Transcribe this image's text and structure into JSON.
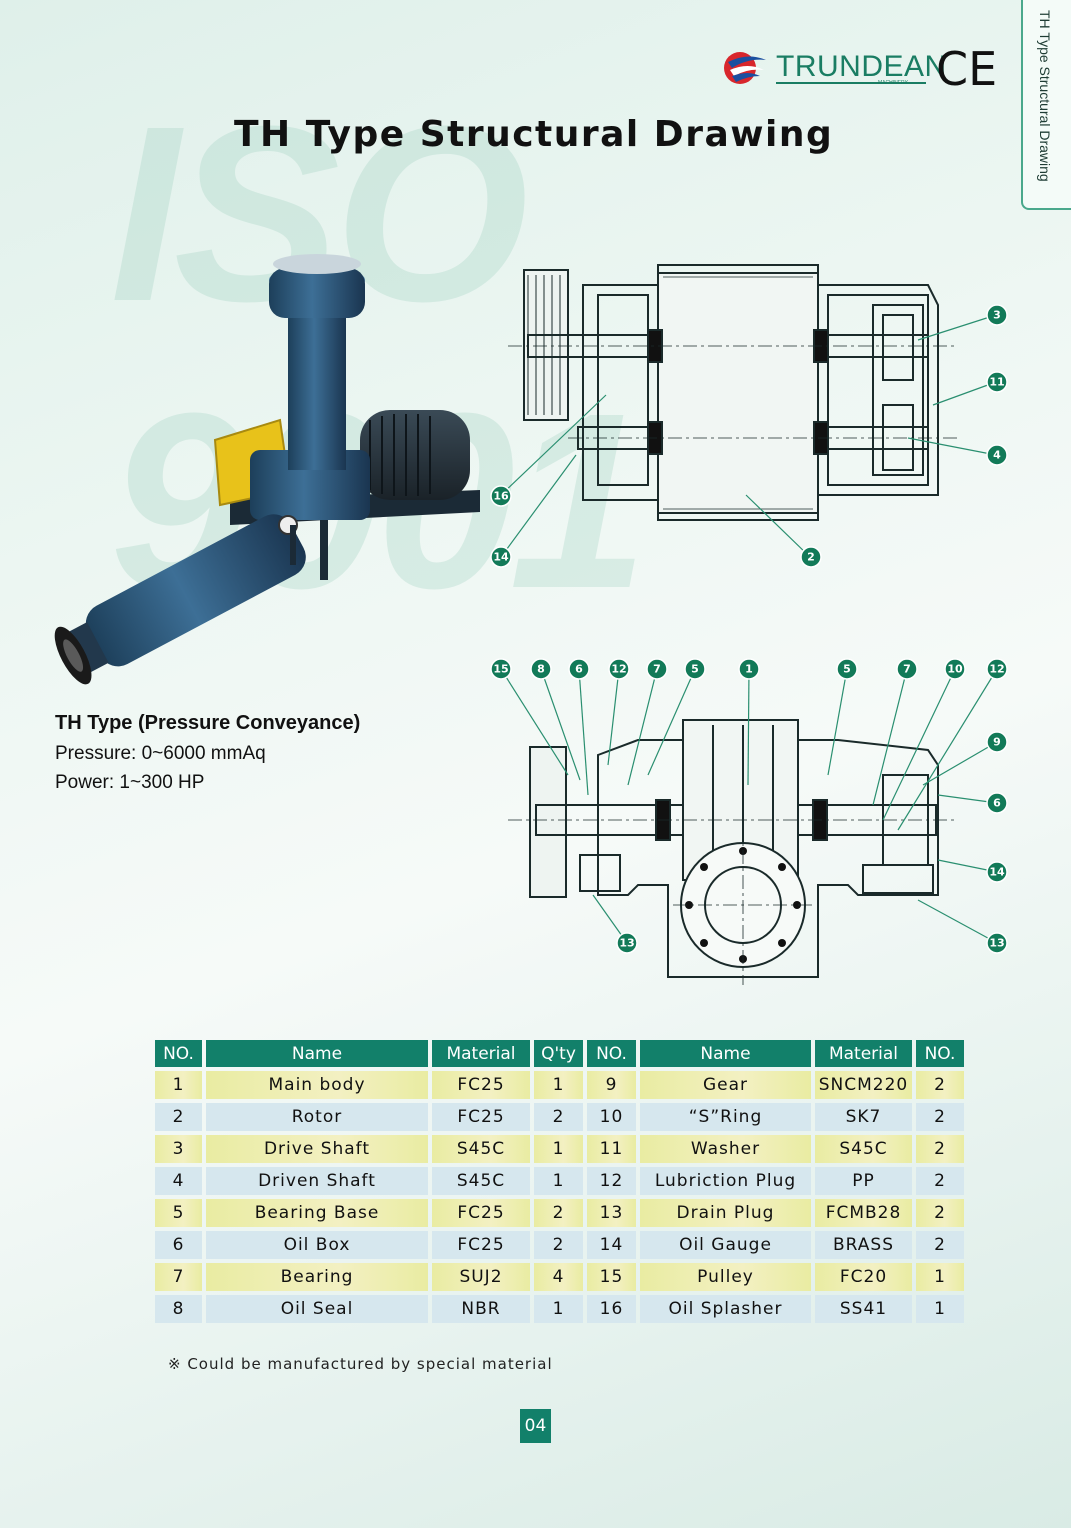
{
  "brand": {
    "name": "TRUNDEAN",
    "sub": "MACHINERY",
    "cert_mark": "CE"
  },
  "watermark": "ISO 9001",
  "side_tab": "TH Type Structural Drawing",
  "title": "TH Type Structural Drawing",
  "specs": {
    "heading": "TH Type (Pressure Conveyance)",
    "pressure": "Pressure: 0~6000 mmAq",
    "power": "Power: 1~300 HP"
  },
  "top_callouts": [
    "3",
    "11",
    "4",
    "16",
    "14",
    "2"
  ],
  "bottom_callouts": [
    "15",
    "8",
    "6",
    "12",
    "7",
    "5",
    "1",
    "5",
    "7",
    "10",
    "12",
    "9",
    "6",
    "14",
    "13",
    "13"
  ],
  "table": {
    "headers": [
      "NO.",
      "Name",
      "Material",
      "Q'ty",
      "NO.",
      "Name",
      "Material",
      "NO."
    ],
    "rows": [
      [
        "1",
        "Main body",
        "FC25",
        "1",
        "9",
        "Gear",
        "SNCM220",
        "2"
      ],
      [
        "2",
        "Rotor",
        "FC25",
        "2",
        "10",
        "“S”Ring",
        "SK7",
        "2"
      ],
      [
        "3",
        "Drive Shaft",
        "S45C",
        "1",
        "11",
        "Washer",
        "S45C",
        "2"
      ],
      [
        "4",
        "Driven Shaft",
        "S45C",
        "1",
        "12",
        "Lubriction Plug",
        "PP",
        "2"
      ],
      [
        "5",
        "Bearing Base",
        "FC25",
        "2",
        "13",
        "Drain Plug",
        "FCMB28",
        "2"
      ],
      [
        "6",
        "Oil Box",
        "FC25",
        "2",
        "14",
        "Oil Gauge",
        "BRASS",
        "2"
      ],
      [
        "7",
        "Bearing",
        "SUJ2",
        "4",
        "15",
        "Pulley",
        "FC20",
        "1"
      ],
      [
        "8",
        "Oil Seal",
        "NBR",
        "1",
        "16",
        "Oil Splasher",
        "SS41",
        "1"
      ]
    ]
  },
  "note": "※ Could be manufactured by special material",
  "page_number": "04",
  "colors": {
    "accent": "#12806a",
    "row_yellow": "#eef0b4",
    "row_blue": "#d6e7ee"
  }
}
